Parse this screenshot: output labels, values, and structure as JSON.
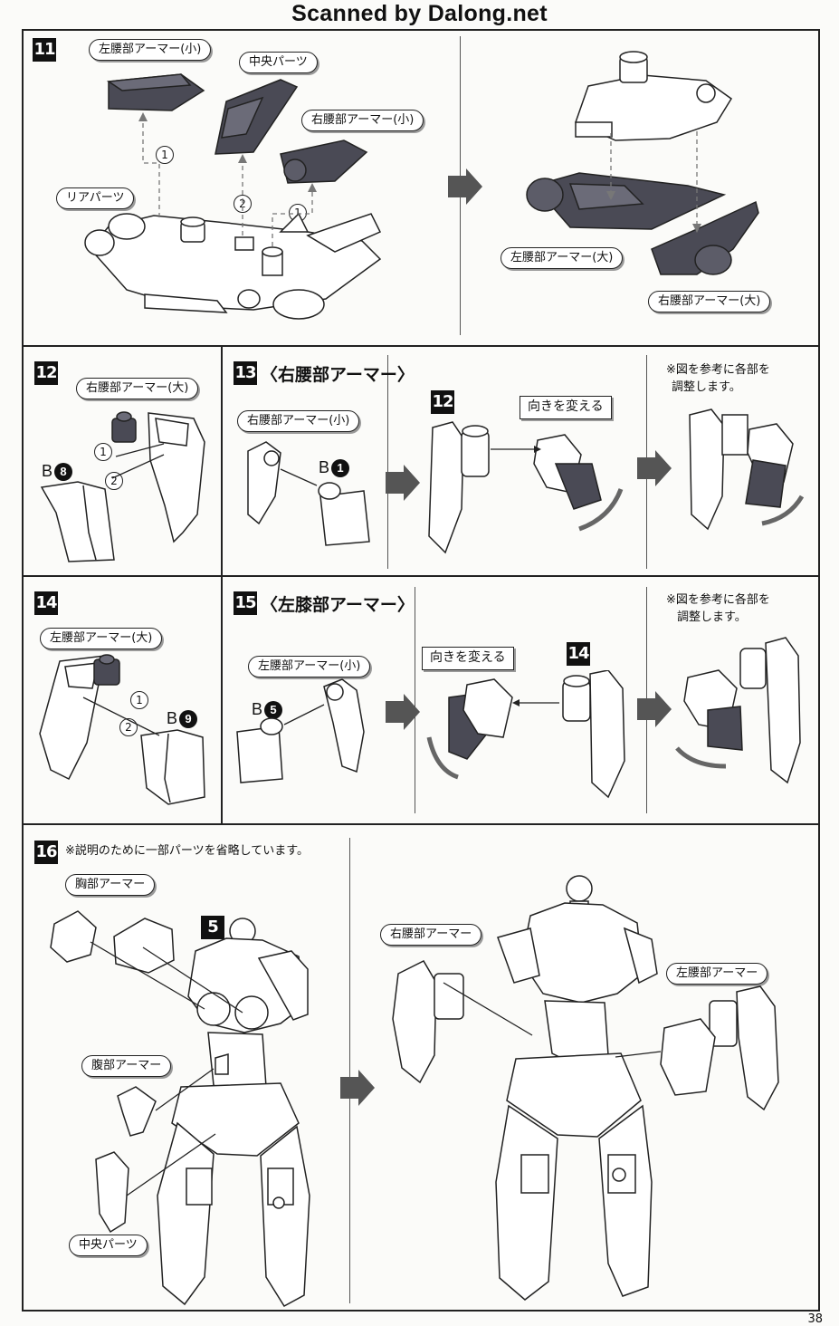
{
  "header": {
    "text": "Scanned by Dalong.net"
  },
  "page_number": "38",
  "steps": {
    "s11": {
      "number": "11",
      "labels": {
        "left_waist_small": "左腰部アーマー(小)",
        "center_parts": "中央パーツ",
        "right_waist_small": "右腰部アーマー(小)",
        "rear_parts": "リアパーツ",
        "left_waist_large": "左腰部アーマー(大)",
        "right_waist_large": "右腰部アーマー(大)"
      },
      "order": [
        "1",
        "2",
        "1"
      ]
    },
    "s12": {
      "number": "12",
      "labels": {
        "right_waist_large": "右腰部アーマー(大)"
      },
      "part_ref": {
        "letter": "B",
        "num": "8"
      },
      "order": [
        "1",
        "2"
      ]
    },
    "s13": {
      "number": "13",
      "title": "〈右腰部アーマー〉",
      "labels": {
        "right_waist_small": "右腰部アーマー(小)",
        "change_direction": "向きを変える"
      },
      "part_ref": {
        "letter": "B",
        "num": "1"
      },
      "sub_ref": "12",
      "note_line1": "※図を参考に各部を",
      "note_line2": "調整します。"
    },
    "s14": {
      "number": "14",
      "labels": {
        "left_waist_large": "左腰部アーマー(大)"
      },
      "part_ref": {
        "letter": "B",
        "num": "9"
      },
      "order": [
        "1",
        "2"
      ]
    },
    "s15": {
      "number": "15",
      "title": "〈左膝部アーマー〉",
      "labels": {
        "left_waist_small": "左腰部アーマー(小)",
        "change_direction": "向きを変える"
      },
      "part_ref": {
        "letter": "B",
        "num": "5"
      },
      "sub_ref": "14",
      "note_line1": "※図を参考に各部を",
      "note_line2": "調整します。"
    },
    "s16": {
      "number": "16",
      "note": "※説明のために一部パーツを省略しています。",
      "labels": {
        "chest_armor": "胸部アーマー",
        "abdomen_armor": "腹部アーマー",
        "center_parts": "中央パーツ",
        "right_waist_armor": "右腰部アーマー",
        "left_waist_armor": "左腰部アーマー"
      },
      "sub_ref": "5"
    }
  }
}
